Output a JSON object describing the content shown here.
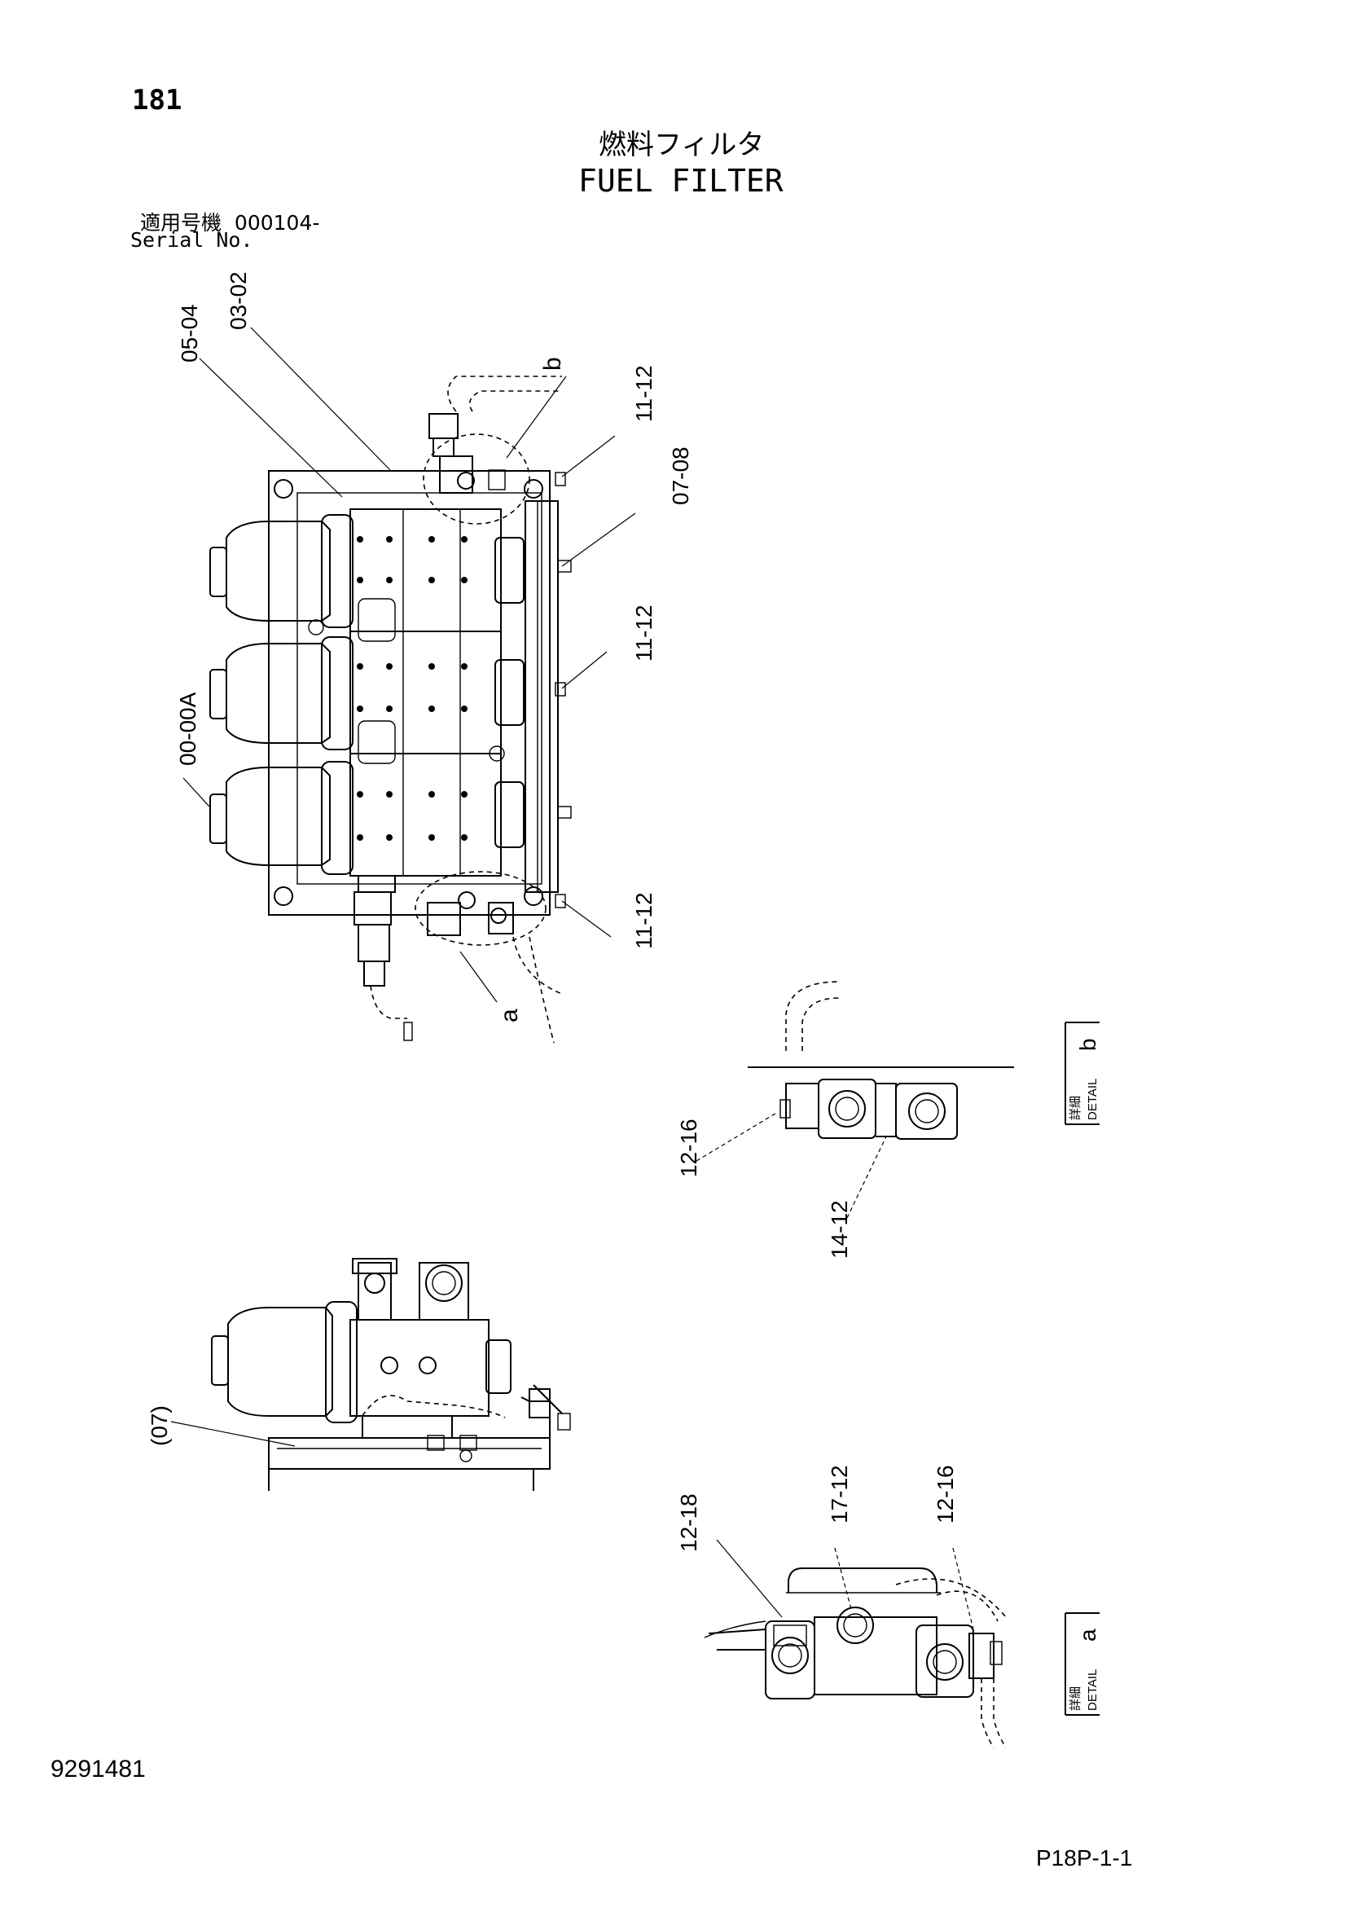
{
  "page_number": "181",
  "title_jp": "燃料フィルタ",
  "title_en": "FUEL FILTER",
  "serial_label_jp": "適用号機",
  "serial_value": "000104-",
  "serial_label_en": "Serial No.",
  "document_number": "9291481",
  "page_code": "P18P-1-1",
  "main_view": {
    "callouts": [
      {
        "id": "c1",
        "text": "03-02"
      },
      {
        "id": "c2",
        "text": "05-04"
      },
      {
        "id": "c3",
        "text": "b"
      },
      {
        "id": "c4",
        "text": "11-12"
      },
      {
        "id": "c5",
        "text": "07-08"
      },
      {
        "id": "c6",
        "text": "11-12"
      },
      {
        "id": "c7",
        "text": "00-00A"
      },
      {
        "id": "c8",
        "text": "11-12"
      },
      {
        "id": "c9",
        "text": "a"
      }
    ]
  },
  "detail_b": {
    "label_jp": "詳細",
    "label_en": "DETAIL",
    "letter": "b",
    "callouts": [
      {
        "id": "b1",
        "text": "12-16"
      },
      {
        "id": "b2",
        "text": "14-12"
      }
    ]
  },
  "side_view": {
    "callouts": [
      {
        "id": "s1",
        "text": "(07)"
      }
    ]
  },
  "detail_a": {
    "label_jp": "詳細",
    "label_en": "DETAIL",
    "letter": "a",
    "callouts": [
      {
        "id": "a1",
        "text": "12-18"
      },
      {
        "id": "a2",
        "text": "17-12"
      },
      {
        "id": "a3",
        "text": "12-16"
      }
    ]
  }
}
